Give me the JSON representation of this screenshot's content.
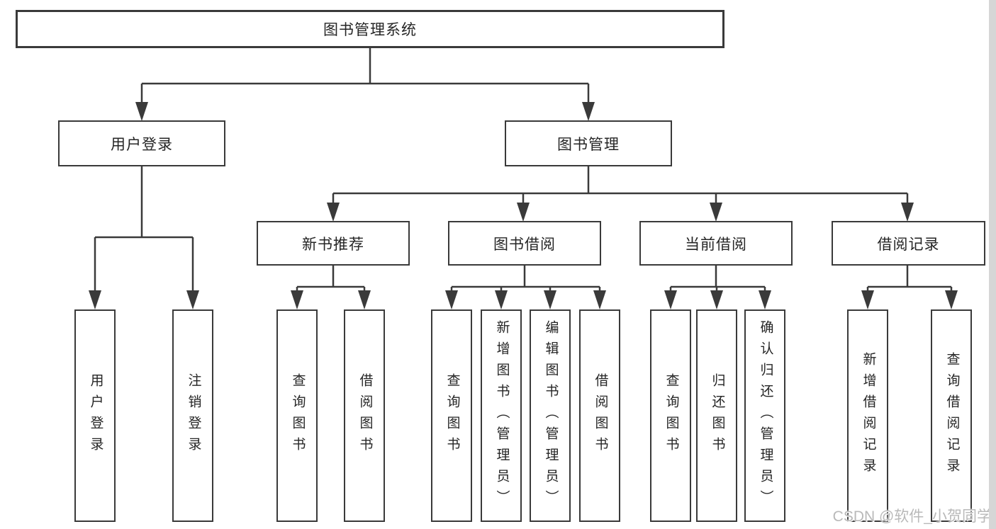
{
  "diagram": {
    "title": "图书管理系统",
    "root": {
      "label": "图书管理系统"
    },
    "level2": [
      {
        "label": "用户登录"
      },
      {
        "label": "图书管理"
      }
    ],
    "level3": [
      {
        "label": "新书推荐",
        "parent": "图书管理"
      },
      {
        "label": "图书借阅",
        "parent": "图书管理"
      },
      {
        "label": "当前借阅",
        "parent": "图书管理"
      },
      {
        "label": "借阅记录",
        "parent": "图书管理"
      }
    ],
    "leaves": [
      {
        "label": "用户登录",
        "parent": "用户登录"
      },
      {
        "label": "注销登录",
        "parent": "用户登录"
      },
      {
        "label": "查询图书",
        "parent": "新书推荐"
      },
      {
        "label": "借阅图书",
        "parent": "新书推荐"
      },
      {
        "label": "查询图书",
        "parent": "图书借阅"
      },
      {
        "label": "新增图书（管理员）",
        "parent": "图书借阅"
      },
      {
        "label": "编辑图书（管理员）",
        "parent": "图书借阅"
      },
      {
        "label": "借阅图书",
        "parent": "图书借阅"
      },
      {
        "label": "查询图书",
        "parent": "当前借阅"
      },
      {
        "label": "归还图书",
        "parent": "当前借阅"
      },
      {
        "label": "确认归还（管理员）",
        "parent": "当前借阅"
      },
      {
        "label": "新增借阅记录",
        "parent": "借阅记录"
      },
      {
        "label": "查询借阅记录",
        "parent": "借阅记录"
      }
    ]
  },
  "watermark": "CSDN @软件_小贺同学",
  "colors": {
    "line": "#3a3a3a",
    "text": "#252525",
    "box_fill": "#ffffff",
    "watermark": "#b9b9b9",
    "edge_strip": "#d6d6d6"
  }
}
